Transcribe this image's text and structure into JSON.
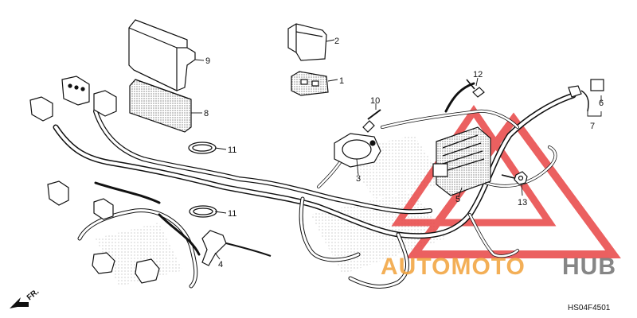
{
  "callouts": [
    {
      "num": "1"
    },
    {
      "num": "2"
    },
    {
      "num": "3"
    },
    {
      "num": "4"
    },
    {
      "num": "5"
    },
    {
      "num": "6"
    },
    {
      "num": "7"
    },
    {
      "num": "8"
    },
    {
      "num": "9"
    },
    {
      "num": "10"
    },
    {
      "num": "11"
    },
    {
      "num": "11"
    },
    {
      "num": "12"
    },
    {
      "num": "13"
    }
  ],
  "diagram_code": "HS04F4501",
  "front_marker": "FR.",
  "watermark": {
    "part1": "AUTOMOTO",
    "part2": "HUB"
  },
  "colors": {
    "line": "#111111",
    "watermark_red": "#e84545",
    "watermark_orange": "#f2a23a",
    "watermark_gray": "#7a7a7a"
  }
}
